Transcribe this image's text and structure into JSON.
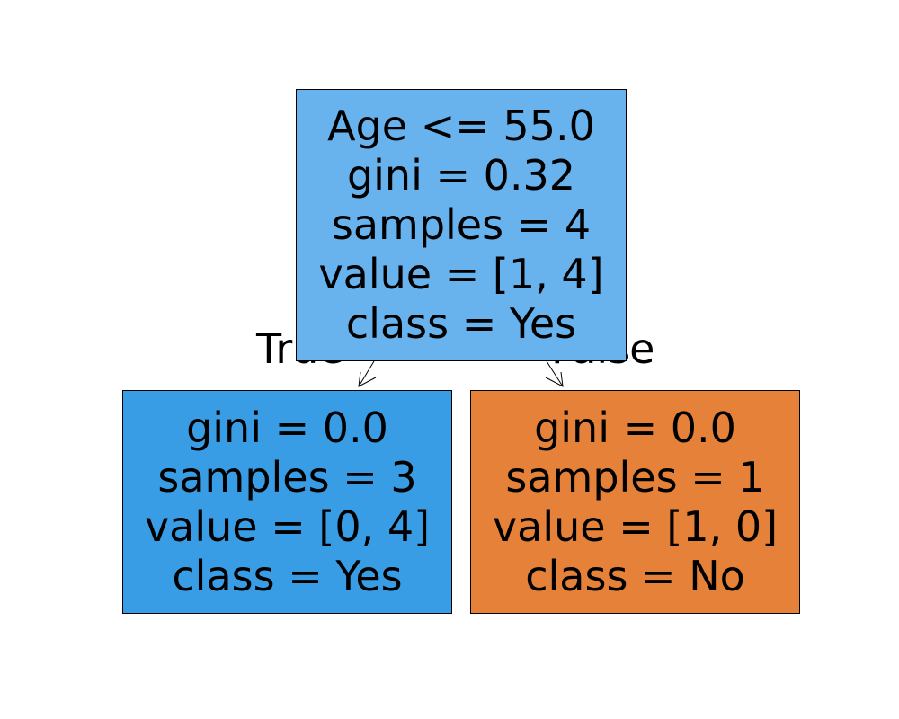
{
  "tree": {
    "root": {
      "lines": [
        "Age <= 55.0",
        "gini = 0.32",
        "samples = 4",
        "value = [1, 4]",
        "class = Yes"
      ],
      "color": "#68b2ee"
    },
    "left": {
      "lines": [
        "gini = 0.0",
        "samples = 3",
        "value = [0, 4]",
        "class = Yes"
      ],
      "color": "#399de5"
    },
    "right": {
      "lines": [
        "gini = 0.0",
        "samples = 1",
        "value = [1, 0]",
        "class = No"
      ],
      "color": "#e58139"
    },
    "edge_labels": {
      "left": "True",
      "right": "False"
    }
  }
}
